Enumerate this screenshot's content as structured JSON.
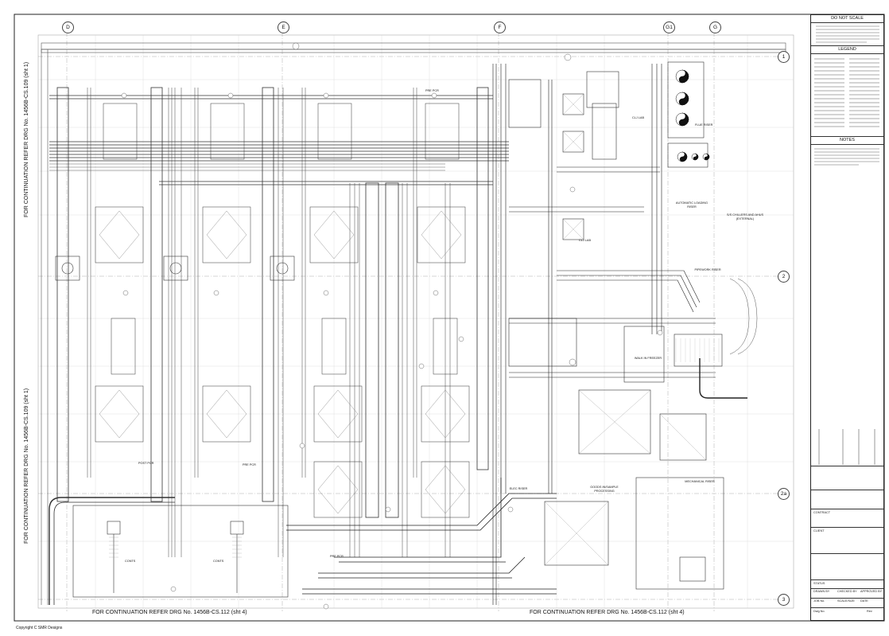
{
  "grid": {
    "columns": [
      "D",
      "E",
      "F",
      "G1",
      "G"
    ],
    "rows": [
      "1",
      "2",
      "2a",
      "3"
    ]
  },
  "continuation": {
    "bottom_left": "FOR CONTINUATION REFER DRG No. 1456B-CS.112 (sht 4)",
    "bottom_right": "FOR CONTINUATION REFER DRG No. 1456B-CS.112 (sht 4)",
    "left_upper": "FOR CONTINUATION REFER DRG No. 1456B-CS.109 (sht 1)",
    "left_lower": "FOR CONTINUATION REFER DRG No. 1456B-CS.109 (sht 1)"
  },
  "copyright": "Copyright   C   SMR Designs",
  "title_block": {
    "do_not_scale": "DO NOT SCALE",
    "legend_heading": "LEGEND",
    "notes_heading": "NOTES",
    "contract_label": "CONTRACT",
    "client_label": "CLIENT",
    "status_label": "STATUS",
    "drawn_by": "DRAWN BY",
    "checked_by": "CHECKED BY",
    "approved_by": "APPROVED BY",
    "job_no": "JOB No.",
    "scale": "SCALE/SIZE",
    "date": "DATE",
    "dwg_no": "Dwg No.",
    "rev": "Rev"
  },
  "rooms": {
    "pre_pcr_top": "PRE PCR",
    "clj_lab_upper": "CLJ LAB",
    "flue_riser": "FLUE RISER",
    "automatic_loading_riser": "AUTOMATIC LOADING RISER",
    "chillers_ahus": "S/S CHILLERS AND AHUS (EXTERNAL)",
    "clj_lab_lower": "CLJ LAB",
    "pipework_riser": "PIPEWORK RISER",
    "walk_in_freezer": "WALK IN FREEZER",
    "post_pcr": "POST PCR",
    "pre_pcr_mid": "PRE PCR",
    "pre_pcr_bottom": "PRE PCR",
    "goods_inn": "GOODS IN/SAMPLE PROCESSING",
    "mechanical_riser": "MECHANICAL RISER",
    "elec_riser": "ELEC RISER",
    "conts_left": "CONTS",
    "conts_right": "CONTS"
  }
}
